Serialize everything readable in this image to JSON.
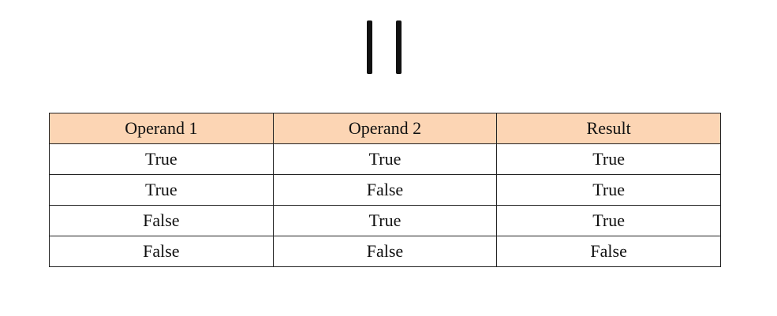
{
  "operator": {
    "symbol": "||"
  },
  "chart_data": {
    "type": "table",
    "columns": [
      "Operand 1",
      "Operand 2",
      "Result"
    ],
    "rows": [
      [
        "True",
        "True",
        "True"
      ],
      [
        "True",
        "False",
        "True"
      ],
      [
        "False",
        "True",
        "True"
      ],
      [
        "False",
        "False",
        "False"
      ]
    ],
    "header_color": "#fcd5b4"
  }
}
